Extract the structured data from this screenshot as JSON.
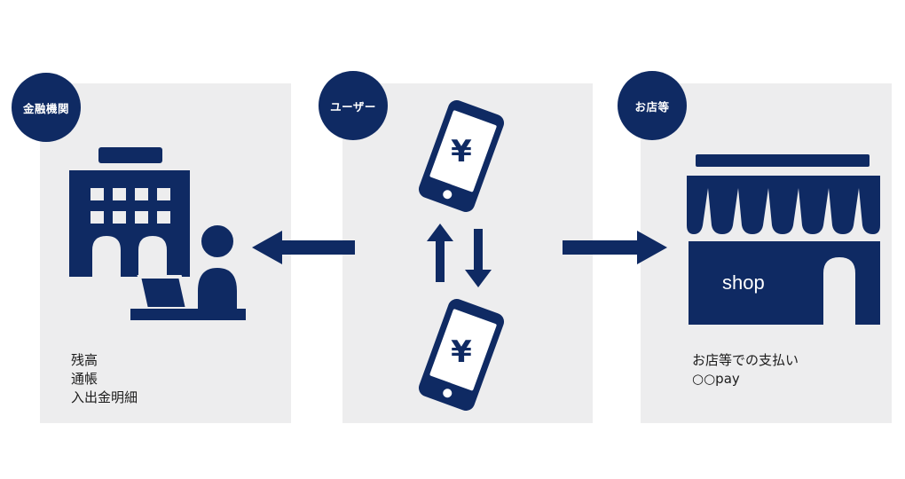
{
  "colors": {
    "navy": "#0f2a63",
    "panel": "#ededee"
  },
  "financial": {
    "badge": "金融機関",
    "lines": [
      "残高",
      "通帳",
      "入出金明細"
    ],
    "icons": [
      "bank-building-icon",
      "person-at-laptop-icon"
    ]
  },
  "user": {
    "badge": "ユーザー",
    "icons": [
      "smartphone-yen-icon",
      "up-down-arrows-icon"
    ]
  },
  "shop": {
    "badge": "お店等",
    "sign": "shop",
    "lines": [
      "お店等での支払い",
      "○○pay"
    ],
    "icons": [
      "storefront-icon"
    ]
  },
  "arrows": [
    "left-arrow-icon",
    "right-arrow-icon"
  ]
}
